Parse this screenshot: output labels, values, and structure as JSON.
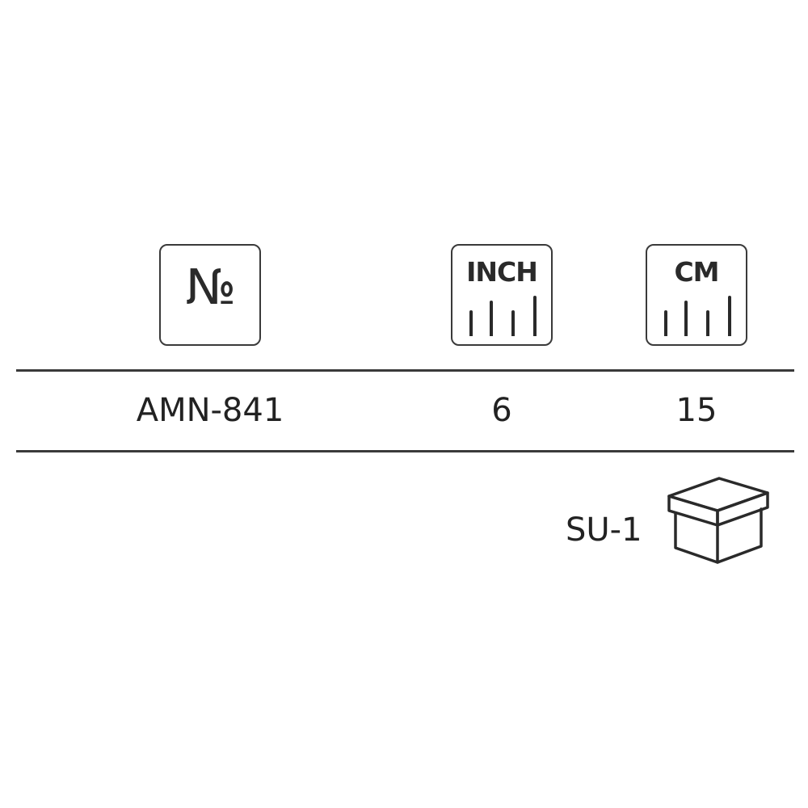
{
  "headers": {
    "number_symbol": "№",
    "inch_label": "INCH",
    "cm_label": "CM"
  },
  "row": {
    "item": "AMN-841",
    "inch": "6",
    "cm": "15"
  },
  "packaging": {
    "label": "SU-1",
    "icon": "box-icon"
  },
  "icons": {
    "number": "number-sign-icon",
    "inch": "inch-ruler-icon",
    "cm": "cm-ruler-icon"
  },
  "colors": {
    "line": "#3a3a3a",
    "text": "#222222",
    "background": "#ffffff"
  }
}
